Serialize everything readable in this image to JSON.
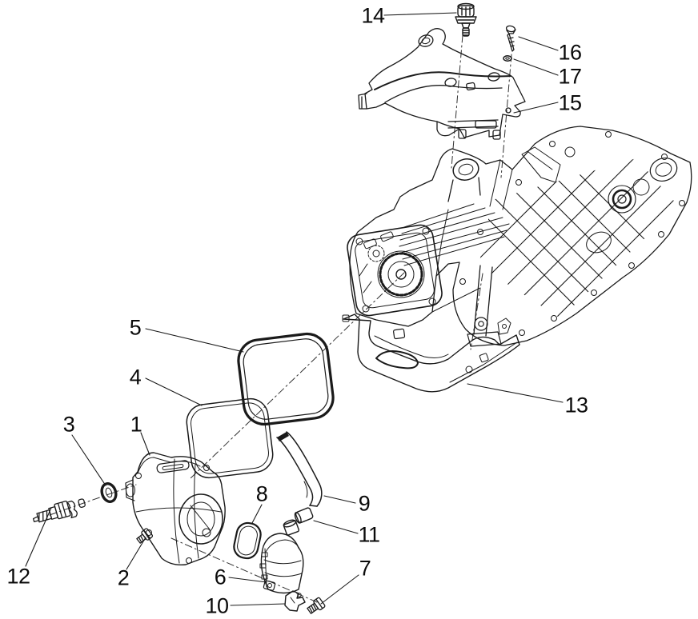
{
  "figure": {
    "kind": "exploded-parts-diagram",
    "colors": {
      "background": "#ffffff",
      "line": "#1a1a1a"
    },
    "callouts": [
      {
        "label": "1"
      },
      {
        "label": "2"
      },
      {
        "label": "3"
      },
      {
        "label": "4"
      },
      {
        "label": "5"
      },
      {
        "label": "6"
      },
      {
        "label": "7"
      },
      {
        "label": "8"
      },
      {
        "label": "9"
      },
      {
        "label": "10"
      },
      {
        "label": "11"
      },
      {
        "label": "12"
      },
      {
        "label": "13"
      },
      {
        "label": "14"
      },
      {
        "label": "15"
      },
      {
        "label": "16"
      },
      {
        "label": "17"
      }
    ]
  }
}
